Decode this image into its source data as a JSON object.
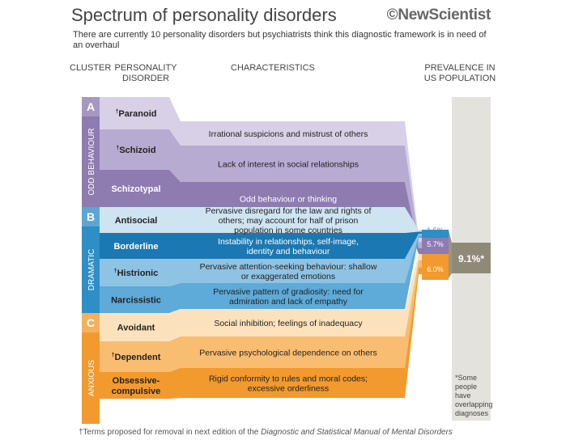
{
  "title": "Spectrum of personality disorders",
  "logo": "©NewScientist",
  "subtitle": "There are currently 10 personality disorders but psychiatrists think this diagnostic framework is in need of an overhaul",
  "headers": {
    "cluster": "CLUSTER",
    "disorder_line1": "PERSONALITY",
    "disorder_line2": "DISORDER",
    "characteristics": "CHARACTERISTICS",
    "prevalence_line1": "PREVALENCE IN",
    "prevalence_line2": "US POPULATION"
  },
  "clusters": [
    {
      "letter": "A",
      "name": "ODD BEHAVIOUR",
      "prevalence": "5.7%",
      "color": "#8e7bb0",
      "disorders": [
        {
          "name": "Paranoid",
          "dagger": true,
          "characteristic": "Irrational suspicions and mistrust of others",
          "color": "#d8d0e6"
        },
        {
          "name": "Schizoid",
          "dagger": true,
          "characteristic": "Lack of interest in social relationships",
          "color": "#b8abd2"
        },
        {
          "name": "Schizotypal",
          "dagger": false,
          "characteristic": "Odd behaviour or thinking",
          "color": "#8e7bb0"
        }
      ]
    },
    {
      "letter": "B",
      "name": "DRAMATIC",
      "prevalence": "1.5%",
      "color": "#2e8ec6",
      "disorders": [
        {
          "name": "Antisocial",
          "dagger": false,
          "characteristic": "Pervasive disregard for the law and rights of others; may account for half of prison population in some countries",
          "color": "#cfe4f1"
        },
        {
          "name": "Borderline",
          "dagger": false,
          "characteristic": "Instability in relationships, self-image, identity and behaviour",
          "color": "#1b78b2"
        },
        {
          "name": "Histrionic",
          "dagger": true,
          "characteristic": "Pervasive attention-seeking behaviour: shallow or exaggerated emotions",
          "color": "#8fc3e3"
        },
        {
          "name": "Narcissistic",
          "dagger": false,
          "characteristic": "Pervasive pattern of gradiosity: need for admiration and lack of empathy",
          "color": "#5eaad8"
        }
      ]
    },
    {
      "letter": "C",
      "name": "ANXIOUS",
      "prevalence": "6.0%",
      "color": "#f29a2e",
      "disorders": [
        {
          "name": "Avoidant",
          "dagger": false,
          "characteristic": "Social inhibition; feelings of inadequacy",
          "color": "#fce2bc"
        },
        {
          "name": "Dependent",
          "dagger": true,
          "characteristic": "Pervasive psychological dependence on others",
          "color": "#f9bd71"
        },
        {
          "name": "Obsessive-compulsive",
          "dagger": false,
          "characteristic": "Rigid conformity to rules and moral codes; excessive orderliness",
          "color": "#f29a2e"
        }
      ]
    }
  ],
  "total_prevalence": "9.1%*",
  "total_color": "#8f8a78",
  "overlap_note": "*Some people have overlapping diagnoses",
  "dagger_symbol": "†",
  "footnote_prefix": "†Terms proposed for removal in next edition of the ",
  "footnote_italic": "Diagnostic and Statistical Manual of Mental Disorders"
}
